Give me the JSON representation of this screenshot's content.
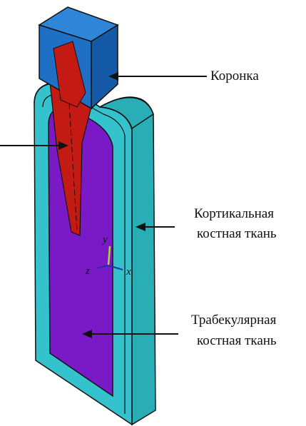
{
  "labels": {
    "crown": "Коронка",
    "cortical_line1": "Кортикальная",
    "cortical_line2": "костная ткань",
    "trabecular_line1": "Трабекулярная",
    "trabecular_line2": "костная ткань"
  },
  "axes": {
    "y": "y",
    "z": "z",
    "x": "x"
  },
  "colors": {
    "crown": "#1f6fc4",
    "crown_top": "#2f86d8",
    "crown_side": "#155aa6",
    "implant": "#c41a14",
    "cortical": "#34c3cc",
    "cortical_light": "#5fd6dc",
    "trabecular": "#7a19c6",
    "outline": "#111111",
    "axis_y": "#b5d335",
    "axis_x": "#1b2fb0"
  }
}
